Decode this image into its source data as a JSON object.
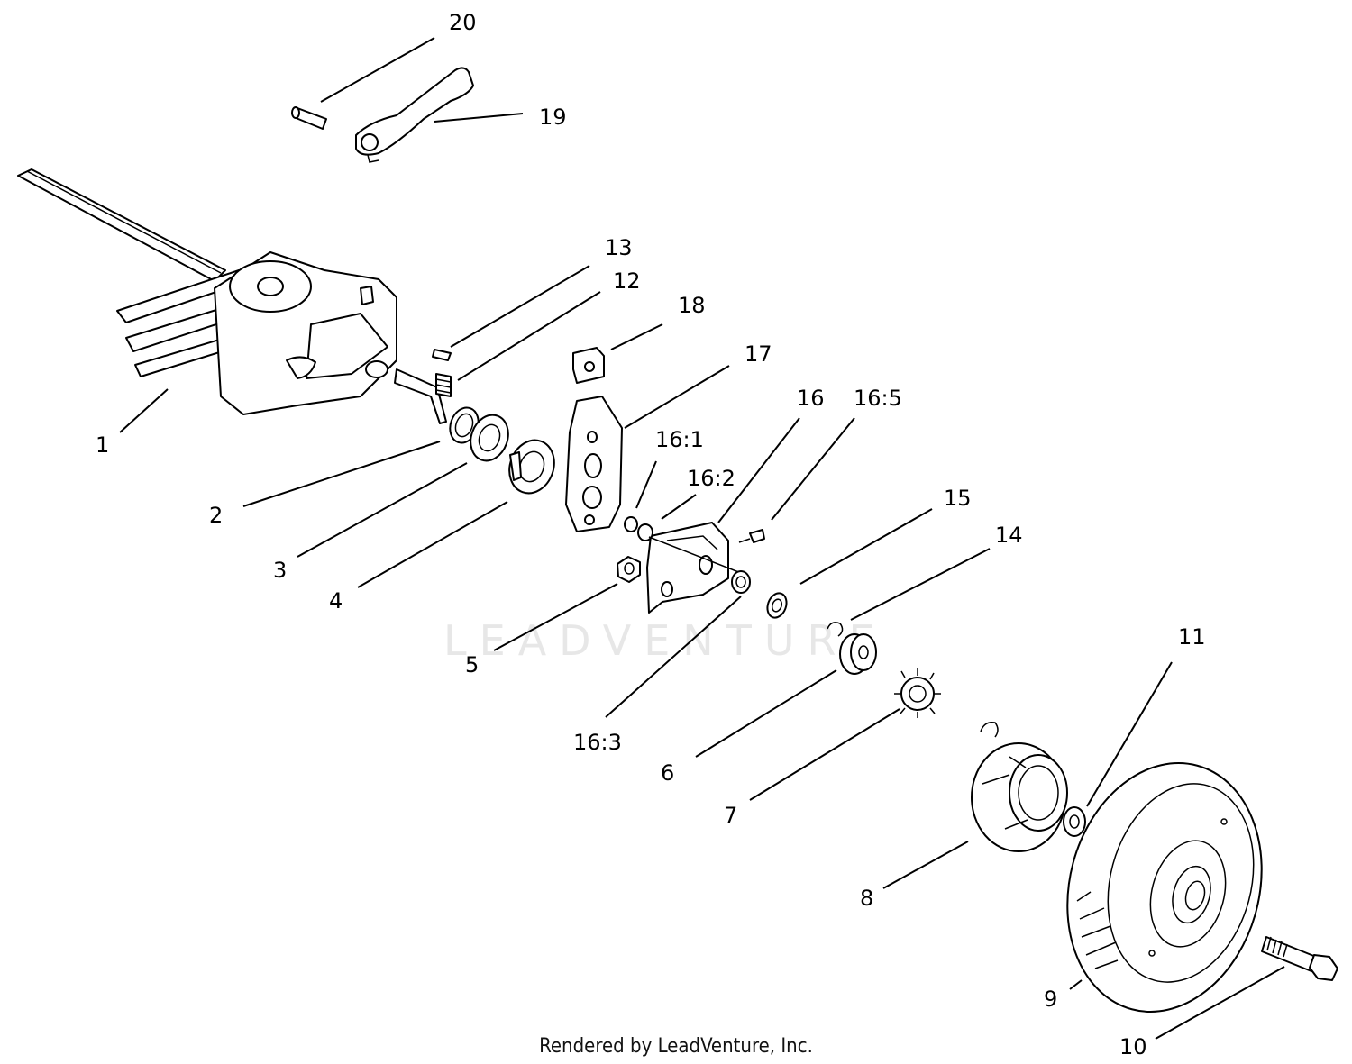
{
  "watermark": "LEADVENTURE",
  "footer": "Rendered by LeadVenture, Inc.",
  "callouts": {
    "c1": "1",
    "c2": "2",
    "c3": "3",
    "c4": "4",
    "c5": "5",
    "c6": "6",
    "c7": "7",
    "c8": "8",
    "c9": "9",
    "c10": "10",
    "c11": "11",
    "c12": "12",
    "c13": "13",
    "c14": "14",
    "c15": "15",
    "c16": "16",
    "c16_1": "16:1",
    "c16_2": "16:2",
    "c16_3": "16:3",
    "c16_5": "16:5",
    "c17": "17",
    "c18": "18",
    "c19": "19",
    "c20": "20"
  }
}
